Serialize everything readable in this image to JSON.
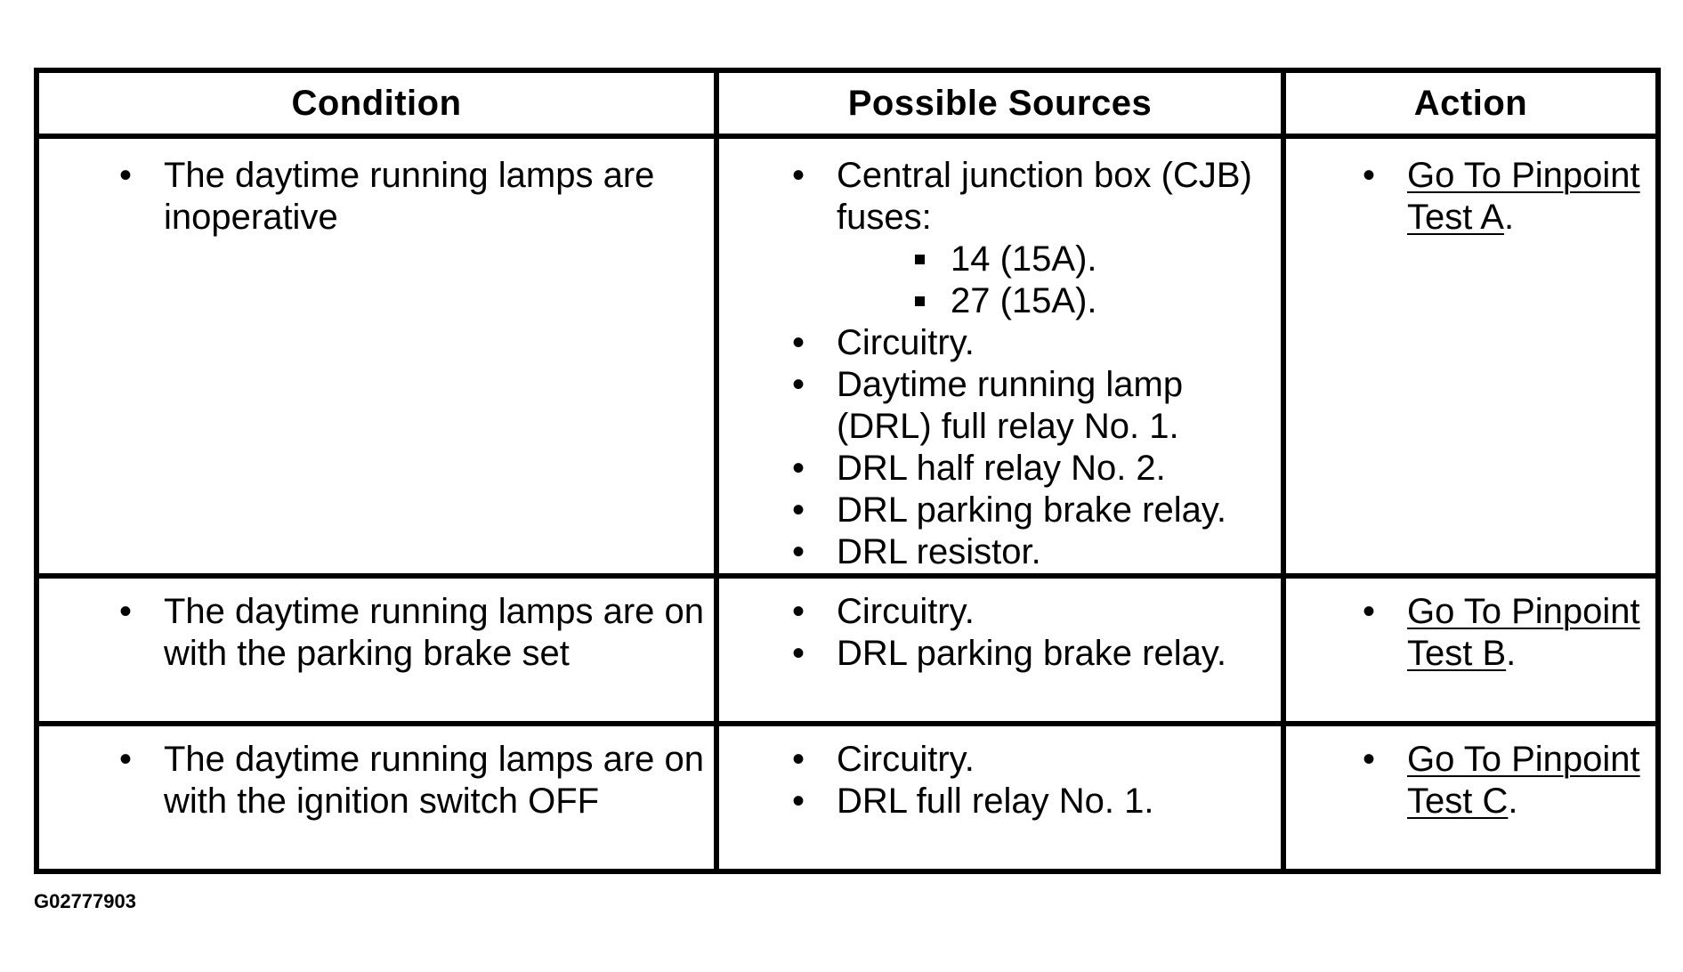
{
  "table": {
    "headers": {
      "condition": "Condition",
      "sources": "Possible Sources",
      "action": "Action"
    },
    "rows": [
      {
        "condition": "The daytime running lamps are inoperative",
        "sources": [
          "Central junction box (CJB) fuses:",
          "Circuitry.",
          "Daytime running lamp (DRL) full relay No. 1.",
          "DRL half relay No. 2.",
          "DRL parking brake relay.",
          "DRL resistor."
        ],
        "fuses": [
          "14 (15A).",
          "27 (15A)."
        ],
        "action_link": "Go To Pinpoint Test A",
        "action_suffix": "."
      },
      {
        "condition": "The daytime running lamps are on with the parking brake set",
        "sources": [
          "Circuitry.",
          "DRL parking brake relay."
        ],
        "action_link": "Go To Pinpoint Test B",
        "action_suffix": "."
      },
      {
        "condition": "The daytime running lamps are on with the ignition switch OFF",
        "sources": [
          "Circuitry.",
          "DRL full relay No. 1."
        ],
        "action_link": "Go To Pinpoint Test C",
        "action_suffix": "."
      }
    ]
  },
  "figure_id": "G02777903"
}
